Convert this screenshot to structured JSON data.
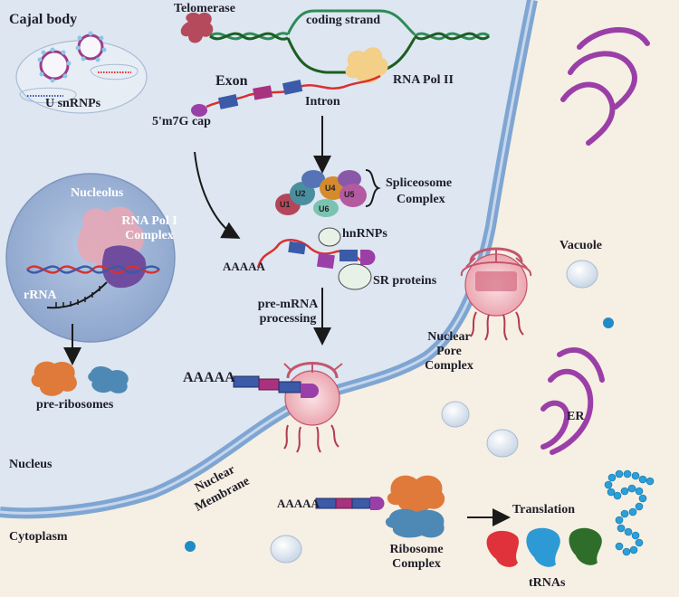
{
  "labels": {
    "cajal_body": "Cajal body",
    "u_snrnps": "U snRNPs",
    "telomerase": "Telomerase",
    "coding_strand": "coding strand",
    "exon": "Exon",
    "intron": "Intron",
    "rna_pol_ii": "RNA Pol II",
    "cap": "5'm7G cap",
    "nucleolus": "Nucleolus",
    "rna_pol_i_line1": "RNA Pol I",
    "rna_pol_i_line2": "Complex",
    "rrna": "rRNA",
    "pre_ribosomes": "pre-ribosomes",
    "spliceosome_line1": "Spliceosome",
    "spliceosome_line2": "Complex",
    "hnrnps": "hnRNPs",
    "sr_proteins": "SR proteins",
    "polya_1": "AAAAA",
    "polya_2": "AAAAA",
    "polya_3": "AAAAA",
    "pre_mrna_line1": "pre-mRNA",
    "pre_mrna_line2": "processing",
    "npc_line1": "Nuclear",
    "npc_line2": "Pore",
    "npc_line3": "Complex",
    "vacuole": "Vacuole",
    "er": "ER",
    "nucleus": "Nucleus",
    "membrane_line1": "Nuclear",
    "membrane_line2": "Membrane",
    "cytoplasm": "Cytoplasm",
    "ribosome_line1": "Ribosome",
    "ribosome_line2": "Complex",
    "translation": "Translation",
    "trnas": "tRNAs"
  },
  "spliceosome_units": [
    "U1",
    "U2",
    "U4",
    "U5",
    "U6"
  ],
  "colors": {
    "nucleus": "#dde6f1",
    "cytoplasm": "#f6efe3",
    "membrane": "#7fa6d2",
    "nucleolus": "#9db3d6",
    "exon_blue": "#3b5aa8",
    "exon_magenta": "#a8327e",
    "rna_red": "#d93030",
    "golgi_purple": "#9b3fa8"
  }
}
